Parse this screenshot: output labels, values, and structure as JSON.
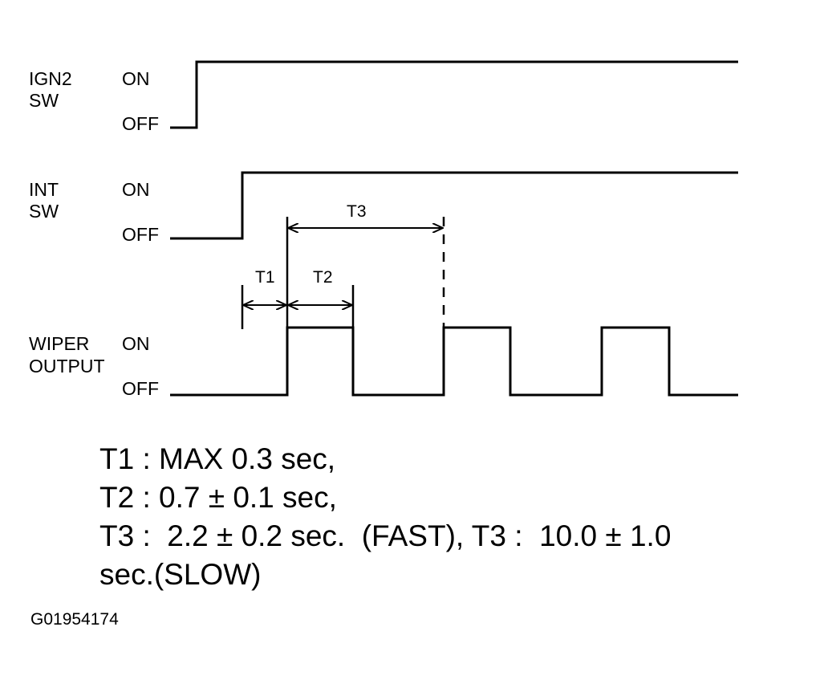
{
  "signals": [
    {
      "name_line1": "IGN2",
      "name_line2": "SW",
      "on_label": "ON",
      "off_label": "OFF"
    },
    {
      "name_line1": "INT",
      "name_line2": "SW",
      "on_label": "ON",
      "off_label": "OFF"
    },
    {
      "name_line1": "WIPER",
      "name_line2": "OUTPUT",
      "on_label": "ON",
      "off_label": "OFF"
    }
  ],
  "timing_labels": {
    "t1": "T1",
    "t2": "T2",
    "t3": "T3"
  },
  "specs": [
    "T1 : MAX 0.3 sec,",
    "T2 : 0.7 ± 0.1 sec,",
    "T3 :  2.2 ± 0.2 sec.  (FAST), T3 :  10.0 ± 1.0",
    "sec.(SLOW)"
  ],
  "figure_id": "G01954174"
}
